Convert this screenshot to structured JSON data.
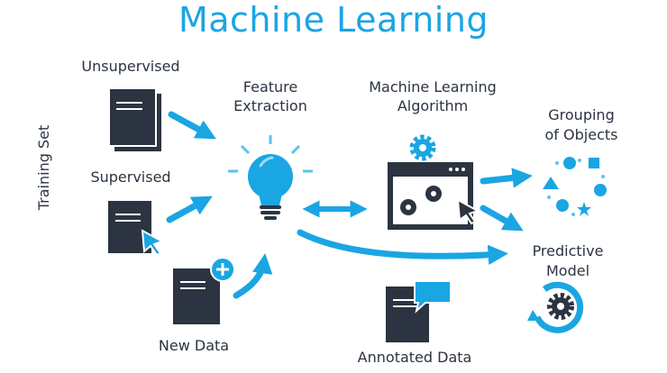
{
  "title": "Machine Learning",
  "labels": {
    "training_set": "Training Set",
    "unsupervised": "Unsupervised",
    "supervised": "Supervised",
    "new_data": "New Data",
    "feature_extraction_line1": "Feature",
    "feature_extraction_line2": "Extraction",
    "ml_algorithm_line1": "Machine Learning",
    "ml_algorithm_line2": "Algorithm",
    "grouping_line1": "Grouping",
    "grouping_line2": "of Objects",
    "predictive_line1": "Predictive",
    "predictive_line2": "Model",
    "annotated_data": "Annotated Data"
  },
  "colors": {
    "accent": "#1aa5e3",
    "dark": "#2b3440",
    "light_blue": "#5cc3f0",
    "pale_blue": "#9fd9f6"
  },
  "icons": [
    "document-icon",
    "document-cursor-icon",
    "document-plus-icon",
    "lightbulb-icon",
    "gear-icon",
    "browser-window-icon",
    "cluster-icon",
    "refresh-gear-icon",
    "document-speech-icon"
  ]
}
